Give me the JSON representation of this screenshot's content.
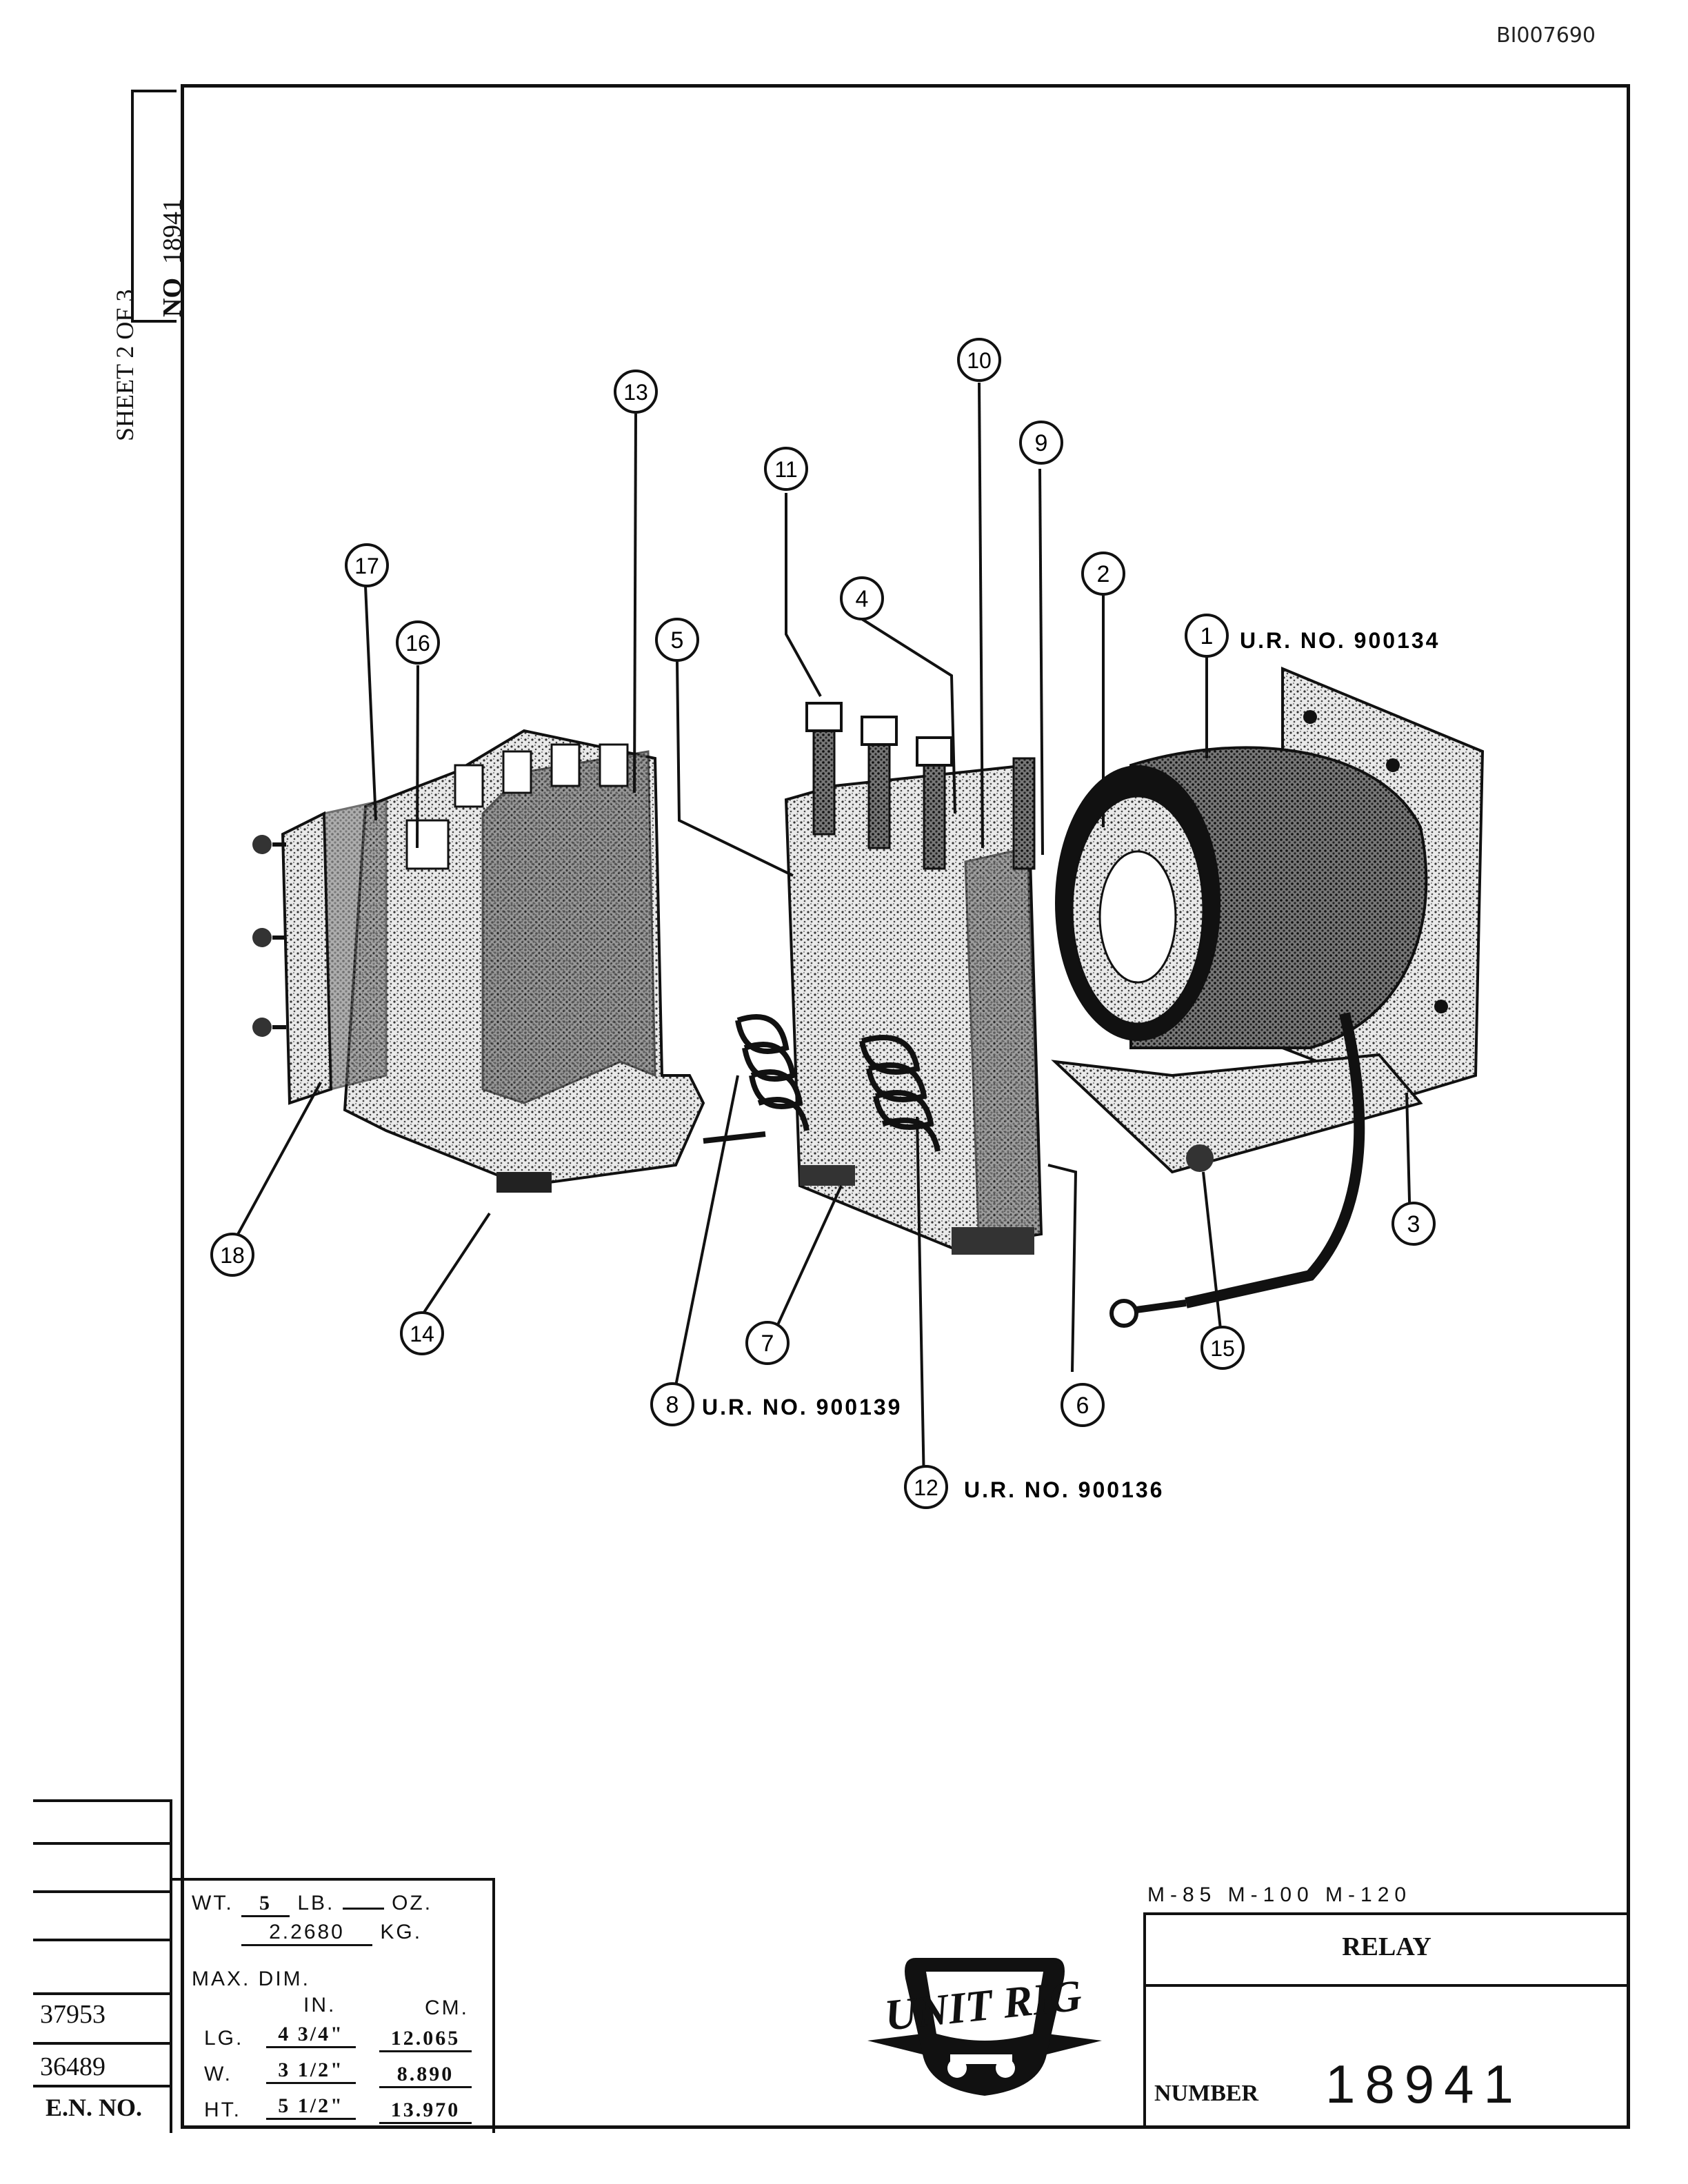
{
  "document": {
    "doc_id": "BI007690",
    "sheet_label": "SHEET 2 OF 3",
    "number_prefix": "NO",
    "number": "18941"
  },
  "callouts": [
    {
      "n": "1",
      "label": "U.R. NO. 900134"
    },
    {
      "n": "2",
      "label": ""
    },
    {
      "n": "3",
      "label": ""
    },
    {
      "n": "4",
      "label": ""
    },
    {
      "n": "5",
      "label": ""
    },
    {
      "n": "6",
      "label": ""
    },
    {
      "n": "7",
      "label": ""
    },
    {
      "n": "8",
      "label": "U.R. NO. 900139"
    },
    {
      "n": "9",
      "label": ""
    },
    {
      "n": "10",
      "label": ""
    },
    {
      "n": "11",
      "label": ""
    },
    {
      "n": "12",
      "label": "U.R. NO. 900136"
    },
    {
      "n": "13",
      "label": ""
    },
    {
      "n": "14",
      "label": ""
    },
    {
      "n": "15",
      "label": ""
    },
    {
      "n": "16",
      "label": ""
    },
    {
      "n": "17",
      "label": ""
    },
    {
      "n": "18",
      "label": ""
    }
  ],
  "revisions": {
    "values": [
      "37953",
      "36489"
    ],
    "label": "E.N. NO."
  },
  "weight": {
    "wt_label": "WT.",
    "lb_value": "5",
    "lb_label": "LB.",
    "oz_value": "",
    "oz_label": "OZ.",
    "kg_value": "2.2680",
    "kg_label": "KG."
  },
  "dimensions": {
    "heading": "MAX. DIM.",
    "in_label": "IN.",
    "cm_label": "CM.",
    "rows": [
      {
        "label": "LG.",
        "in": "4 3/4\"",
        "cm": "12.065"
      },
      {
        "label": "W.",
        "in": "3 1/2\"",
        "cm": "8.890"
      },
      {
        "label": "HT.",
        "in": "5 1/2\"",
        "cm": "13.970"
      }
    ]
  },
  "title_block": {
    "models": "M-85  M-100  M-120",
    "title": "RELAY",
    "number_label": "NUMBER",
    "number": "18941"
  },
  "logo": {
    "text": "UNIT RIG"
  }
}
